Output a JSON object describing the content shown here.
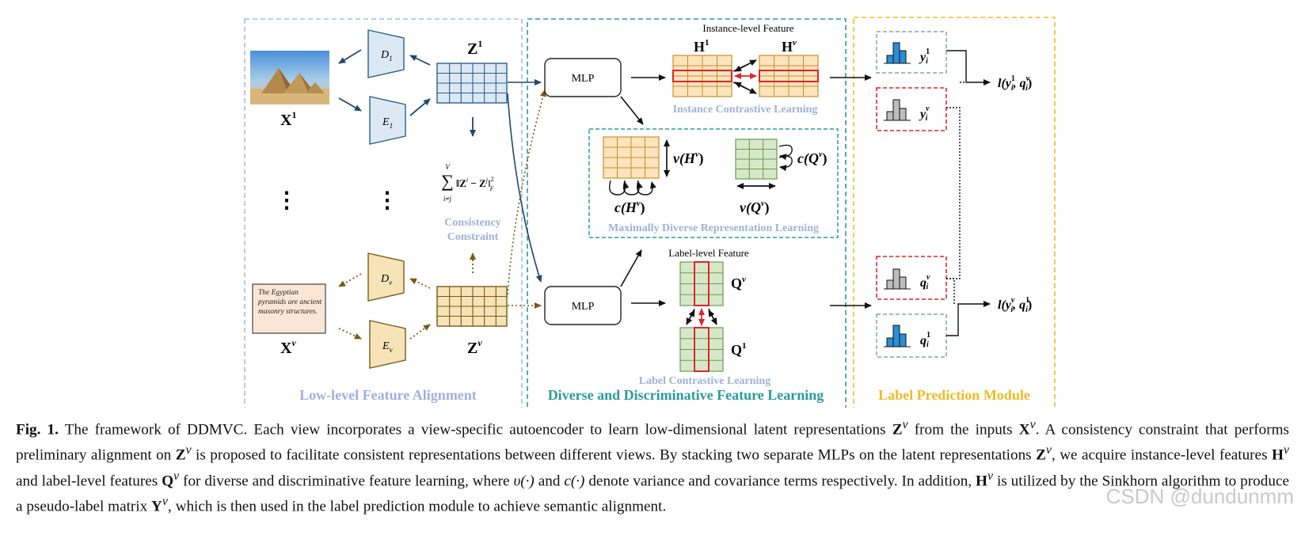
{
  "panels": {
    "low_level": "Low-level Feature Alignment",
    "diverse": "Diverse and Discriminative Feature Learning",
    "label_pred": "Label Prediction Module"
  },
  "views": {
    "x1": "X",
    "x1_sup": "1",
    "xv": "X",
    "xv_sup": "v",
    "text_box": "The Egyptian pyramids are ancient masonry structures.",
    "d1": "D",
    "d1_sub": "1",
    "e1": "E",
    "e1_sub": "1",
    "dv": "D",
    "dv_sub": "v",
    "ev": "E",
    "ev_sub": "v",
    "z1": "Z",
    "z1_sup": "1",
    "zv": "Z",
    "zv_sup": "v",
    "ellipsis": "⋮"
  },
  "consistency": {
    "sum_top": "V",
    "sum_bottom": "i≠j",
    "formula": "‖Z",
    "formula_i": "i",
    "formula_mid": " − Z",
    "formula_j": "j",
    "formula_end": "‖",
    "formula_sub": "F",
    "formula_sup": "2",
    "label_line1": "Consistency",
    "label_line2": "Constraint"
  },
  "mlp": {
    "top": "MLP",
    "bottom": "MLP"
  },
  "instance": {
    "title": "Instance-level Feature",
    "h1": "H",
    "h1_sup": "1",
    "hv": "H",
    "hv_sup": "v",
    "contrastive": "Instance Contrastive Learning"
  },
  "diverse_box": {
    "v_h": "v(H",
    "v_h_sup": "v",
    "c_h": "c(H",
    "c_h_sup": "v",
    "c_q": "c(Q",
    "c_q_sup": "v",
    "v_q": "v(Q",
    "v_q_sup": "v",
    "close": ")",
    "title": "Maximally Diverse Representation Learning"
  },
  "label_level": {
    "title": "Label-level Feature",
    "qv": "Q",
    "qv_sup": "v",
    "q1": "Q",
    "q1_sup": "1",
    "contrastive": "Label Contrastive Learning"
  },
  "predictions": {
    "y1": "y",
    "y1_sub": "i",
    "y1_sup": "1",
    "yv": "y",
    "yv_sub": "i",
    "yv_sup": "v",
    "qv": "q",
    "qv_sub": "i",
    "qv_sup": "v",
    "q1": "q",
    "q1_sub": "i",
    "q1_sup": "1",
    "loss_top": "l(y",
    "loss_top_a_sub": "i",
    "loss_top_a_sup": "1",
    "loss_top_mid": ", q",
    "loss_top_b_sub": "i",
    "loss_top_b_sup": "v",
    "loss_bottom": "l(y",
    "loss_bottom_a_sub": "i",
    "loss_bottom_a_sup": "v",
    "loss_bottom_mid": ", q",
    "loss_bottom_b_sub": "i",
    "loss_bottom_b_sup": "1",
    "close": ")"
  },
  "caption": {
    "fig": "Fig. 1.",
    "s1": " The framework of DDMVC. Each view incorporates a view-specific autoencoder to learn low-dimensional latent representations ",
    "z": "Z",
    "v": "v",
    "s2": " from the inputs ",
    "x": "X",
    "s3": ". A consistency constraint that performs preliminary alignment on ",
    "s4": " is proposed to facilitate consistent representations between different views. By stacking two separate MLPs on the latent representations ",
    "s5": ", we acquire instance-level features ",
    "h": "H",
    "s6": " and label-level features ",
    "q": "Q",
    "s7": " for diverse and discriminative feature learning, where ",
    "vfun": "υ(·)",
    "s8": " and ",
    "cfun": "c(·)",
    "s9": " denote variance and covariance terms respectively. In addition, ",
    "s10": " is utilized by the Sinkhorn algorithm to produce a pseudo-label matrix ",
    "y": "Y",
    "s11": ", which is then used in the label prediction module to achieve semantic alignment."
  },
  "watermark": "CSDN @dundunmm",
  "colors": {
    "blue_border": "#a9bde0",
    "teal_border": "#2a9b9b",
    "gold_border": "#f2bd2a",
    "blue_fill": "#dce9f5",
    "blue_stroke": "#2b5f8f",
    "brown_fill": "#f6e4b8",
    "brown_stroke": "#7a5a14",
    "orange_fill": "#fde4bc",
    "green_fill": "#d7e8c9",
    "red": "#e0242a",
    "label_blue": "#9fb0dc",
    "gold_text": "#f1ba24"
  }
}
